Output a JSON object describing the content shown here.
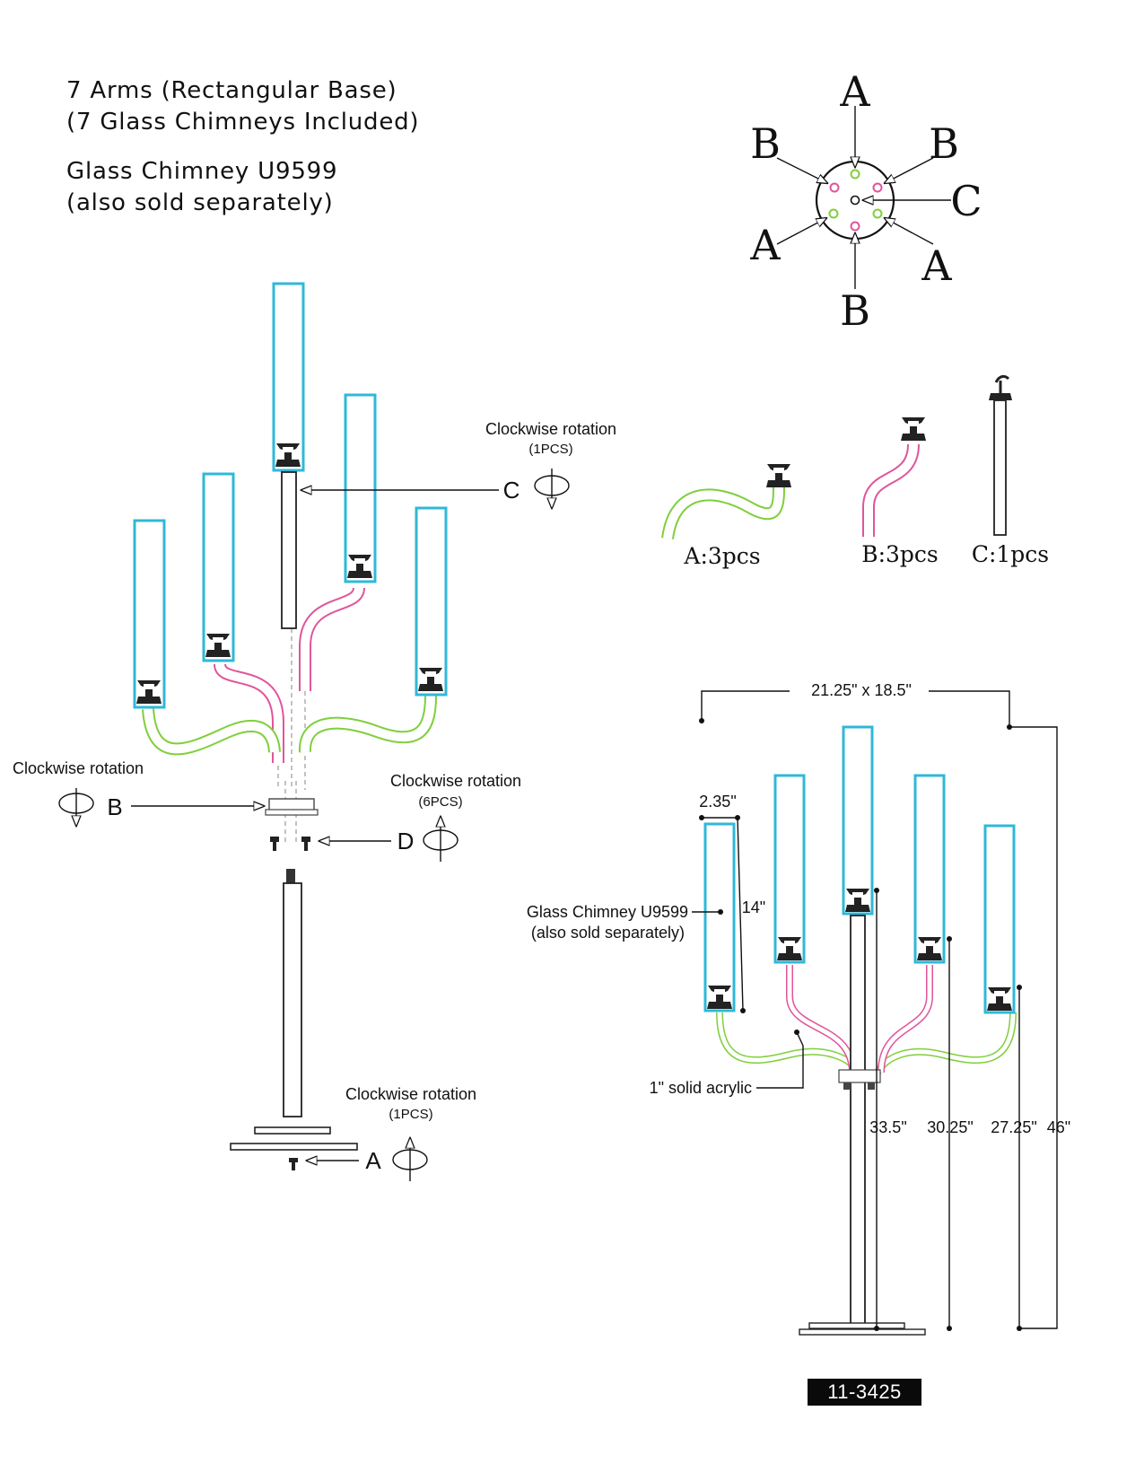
{
  "header": {
    "line1": "7 Arms (Rectangular Base)",
    "line2": "(7 Glass Chimneys Included)",
    "line3": "Glass Chimney U9599",
    "line4": "(also sold separately)"
  },
  "hole_diagram": {
    "labels": [
      "A",
      "B",
      "B",
      "C",
      "A",
      "A",
      "B"
    ]
  },
  "parts": {
    "a": "A:3pcs",
    "b": "B:3pcs",
    "c": "C:1pcs"
  },
  "assembly": {
    "rot_c_title": "Clockwise rotation",
    "rot_c_qty": "(1PCS)",
    "c_letter": "C",
    "rot_b_title": "Clockwise rotation",
    "b_letter": "B",
    "rot_d_title": "Clockwise rotation",
    "rot_d_qty": "(6PCS)",
    "d_letter": "D",
    "rot_a_title": "Clockwise rotation",
    "rot_a_qty": "(1PCS)",
    "a_letter": "A"
  },
  "dimensions": {
    "base": "21.25\" x 18.5\"",
    "chimney_width": "2.35\"",
    "chimney_height": "14\"",
    "chimney_label_1": "Glass Chimney U9599",
    "chimney_label_2": "(also sold separately)",
    "acrylic": "1\" solid acrylic",
    "h1": "33.5\"",
    "h2": "30.25\"",
    "h3": "27.25\"",
    "h4": "46\""
  },
  "footer": {
    "code": "11-3425"
  },
  "colors": {
    "chimney": "#2fb8d8",
    "arm_a": "#7fcf3c",
    "arm_b": "#e0559a"
  }
}
